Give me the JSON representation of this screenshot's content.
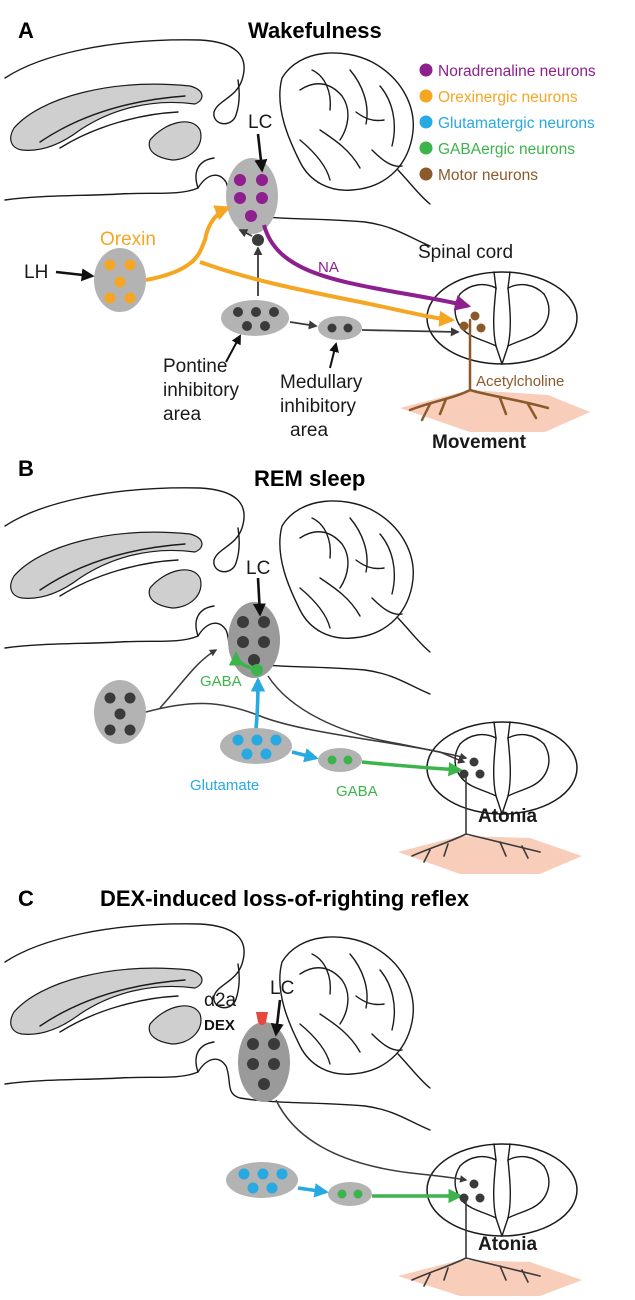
{
  "panels": [
    {
      "letter": "A",
      "title": "Wakefulness",
      "labels": {
        "lc": "LC",
        "lh": "LH",
        "orexin": "Orexin",
        "na": "NA",
        "spinal_cord": "Spinal cord",
        "pontine": [
          "Pontine",
          "inhibitory",
          "area"
        ],
        "medullary": [
          "Medullary",
          "inhibitory",
          "area"
        ],
        "acetylcholine": "Acetylcholine",
        "outcome": "Movement"
      }
    },
    {
      "letter": "B",
      "title": "REM sleep",
      "labels": {
        "lc": "LC",
        "gaba_upper": "GABA",
        "glutamate": "Glutamate",
        "gaba_lower": "GABA",
        "outcome": "Atonia"
      }
    },
    {
      "letter": "C",
      "title": "DEX-induced loss-of-righting reflex",
      "labels": {
        "lc": "LC",
        "receptor": "α2a",
        "dex": "DEX",
        "outcome": "Atonia"
      }
    }
  ],
  "legend": [
    {
      "label": "Noradrenaline neurons",
      "color": "#8e1f8e"
    },
    {
      "label": "Orexinergic neurons",
      "color": "#f5a623"
    },
    {
      "label": "Glutamatergic neurons",
      "color": "#27a9e1"
    },
    {
      "label": "GABAergic neurons",
      "color": "#3cb44b"
    },
    {
      "label": "Motor neurons",
      "color": "#8b5a2b"
    }
  ],
  "colors": {
    "noradrenaline": "#8e1f8e",
    "orexin": "#f5a623",
    "glutamate": "#27a9e1",
    "gaba": "#3cb44b",
    "motor": "#8b5a2b",
    "inactive": "#3a3a3a",
    "dex": "#e8453c",
    "muscle": "#f8cdb9"
  }
}
